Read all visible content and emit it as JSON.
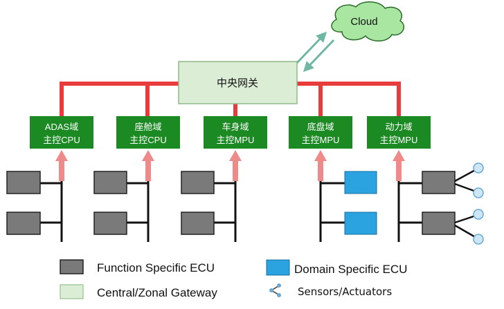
{
  "cloud": {
    "label": "Cloud",
    "fill": "#a8e6a1",
    "stroke": "#2a6b2a"
  },
  "gateway": {
    "label": "中央网关",
    "fill": "#dcedd5",
    "stroke": "#8fb88a"
  },
  "bus_color": "#e83b3b",
  "link_arrow_color": "#6fb7a3",
  "up_arrow_color": "#ef8a8a",
  "domain_controller_color": "#1c8a23",
  "function_ecu_color": "#7a7a7a",
  "domain_ecu_color": "#2ba3e0",
  "sensor_color": "#cfe6f7",
  "domains": [
    {
      "line1": "ADAS域",
      "line2": "主控CPU"
    },
    {
      "line1": "座舱域",
      "line2": "主控CPU"
    },
    {
      "line1": "车身域",
      "line2": "主控MPU"
    },
    {
      "line1": "底盘域",
      "line2": "主控MPU"
    },
    {
      "line1": "动力域",
      "line2": "主控MPU"
    }
  ],
  "legend": {
    "function_ecu": "Function Specific ECU",
    "gateway": "Central/Zonal Gateway",
    "domain_ecu": "Domain Specific ECU",
    "sensors": "Sensors/Actuators"
  }
}
